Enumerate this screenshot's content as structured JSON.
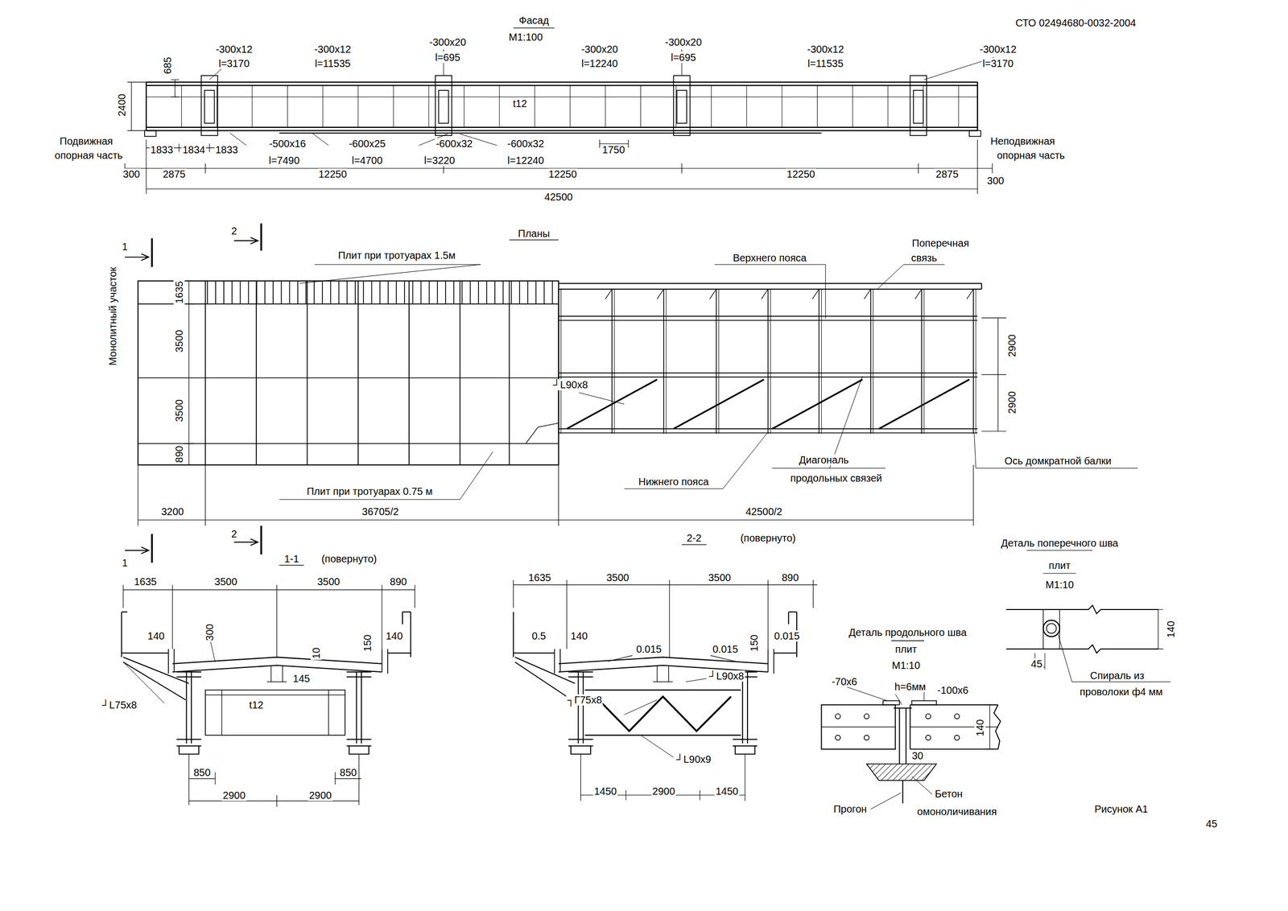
{
  "diagram": {
    "caption": "Рисунок А1",
    "labels": [
      "СТО 02494680-0032-2004",
      "Фасад",
      "М1:100",
      "-300х12",
      "l=3170",
      "-300х12",
      "l=11535",
      "-300х20",
      "l=695",
      "-300х20",
      "l=12240",
      "-300х20",
      "l=695",
      "-300х12",
      "l=11535",
      "-300х12",
      "l=3170",
      "685",
      "2400",
      "t12",
      "Подвижная",
      "опорная часть",
      "1833",
      "1834",
      "1833",
      "-500х16",
      "l=7490",
      "-600х25",
      "l=4700",
      "-600х32",
      "l=3220",
      "-600х32",
      "l=12240",
      "1750",
      "Неподвижная",
      "опорная часть",
      "300",
      "2875",
      "12250",
      "12250",
      "12250",
      "2875",
      "300",
      "42500",
      "Планы",
      "1",
      "2",
      "Плит при тротуарах 1.5м",
      "Верхнего пояса",
      "Поперечная",
      "связь",
      "Монолитный участок",
      "1635",
      "3500",
      "3500",
      "890",
      "2900",
      "2900",
      "┘L90х8",
      "Диагональ",
      "продольных связей",
      "Нижнего пояса",
      "Ось домкратной балки",
      "Плит при тротуарах 0.75 м",
      "3200",
      "36705/2",
      "42500/2",
      "1",
      "2",
      "1-1",
      "(повернуто)",
      "2-2",
      "(повернуто)",
      "Деталь поперечного шва",
      "плит",
      "М1:10",
      "1635",
      "3500",
      "3500",
      "890",
      "140",
      "300",
      "10",
      "150",
      "140",
      "145",
      "t12",
      "┘L75х8",
      "850",
      "850",
      "2900",
      "2900",
      "1635",
      "3500",
      "3500",
      "890",
      "0.5",
      "140",
      "0.015",
      "0.015",
      "150",
      "0.015",
      "┘L90х8",
      "┐Г75х8",
      "┘L90х9",
      "1450",
      "2900",
      "1450",
      "Деталь продольного шва",
      "плит",
      "М1:10",
      "-70х6",
      "h=6мм",
      "-100х6",
      "140",
      "30",
      "Бетон",
      "омоноличивания",
      "Прогон",
      "140",
      "45",
      "Спираль из",
      "проволоки ф4 мм",
      "45"
    ]
  }
}
